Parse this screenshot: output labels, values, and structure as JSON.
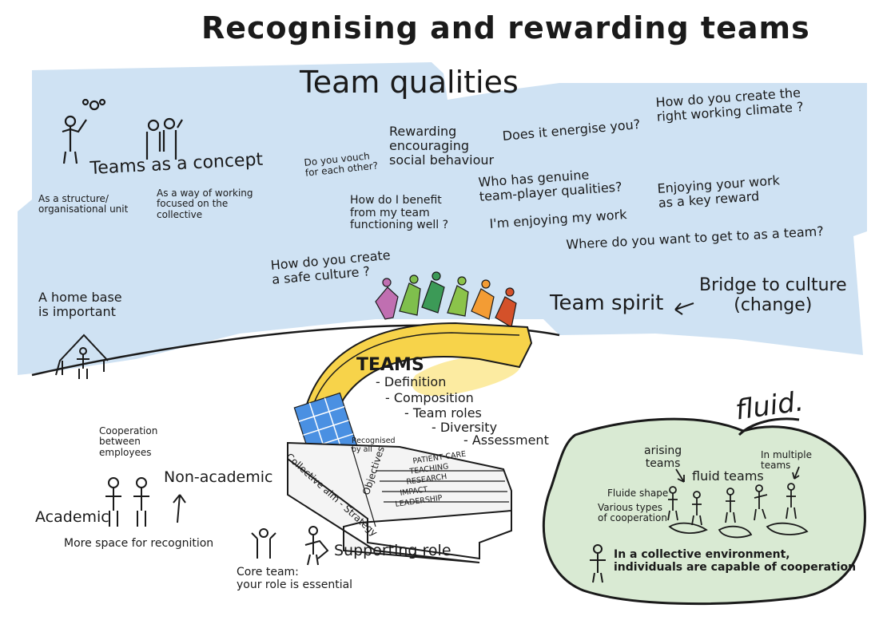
{
  "title": "Recognising and rewarding teams",
  "team_qualities": {
    "heading": "Team qualities",
    "questions": [
      "Rewarding\nencouraging\nsocial behaviour",
      "Does it energise you?",
      "How do you create the\nright working climate ?",
      "Do you vouch\nfor each other?",
      "How do I benefit\nfrom my team\nfunctioning well ?",
      "Who has genuine\nteam-player qualities?",
      "I'm enjoying my work",
      "Enjoying your work\nas a key reward",
      "Where do you want to get to as a team?",
      "How do you create\na safe culture ?"
    ]
  },
  "concept": {
    "heading": "Teams as a concept",
    "structure": "As a structure/\norganisational unit",
    "way": "As a way of working\nfocused on the\ncollective"
  },
  "home_base": "A home base\nis important",
  "team_spirit": "Team spirit",
  "bridge": "Bridge to culture\n(change)",
  "teams_block": {
    "heading": "TEAMS",
    "items": [
      "- Definition",
      "- Composition",
      "- Team roles",
      "- Diversity",
      "- Assessment"
    ]
  },
  "stairs": {
    "collective_aim": "Collective aim - Strategy",
    "recognised": "Recognised\nby all",
    "objectives": "Objectives",
    "steps": [
      "PATIENT CARE",
      "TEACHING",
      "RESEARCH",
      "IMPACT",
      "LEADERSHIP"
    ]
  },
  "bottom_left": {
    "cooperation": "Cooperation\nbetween\nemployees",
    "non_academic": "Non-academic",
    "academic": "Academic",
    "more_space": "More space for recognition"
  },
  "bottom_mid": {
    "supporting": "Supporting role",
    "core": "Core team:\nyour role is essential"
  },
  "fluid": {
    "label": "fluid.",
    "arising": "arising\nteams",
    "fluid_teams": "fluid teams",
    "multiple": "In multiple\nteams",
    "shape": "Fluide shape",
    "types": "Various types\nof cooperation",
    "collective": "In a collective environment,\nindividuals are capable of cooperation"
  },
  "colors": {
    "sky": "#cfe2f3",
    "green_blob": "#d9ead3",
    "bridge_yellow": "#f7d34a",
    "ink": "#1a1a1a"
  }
}
